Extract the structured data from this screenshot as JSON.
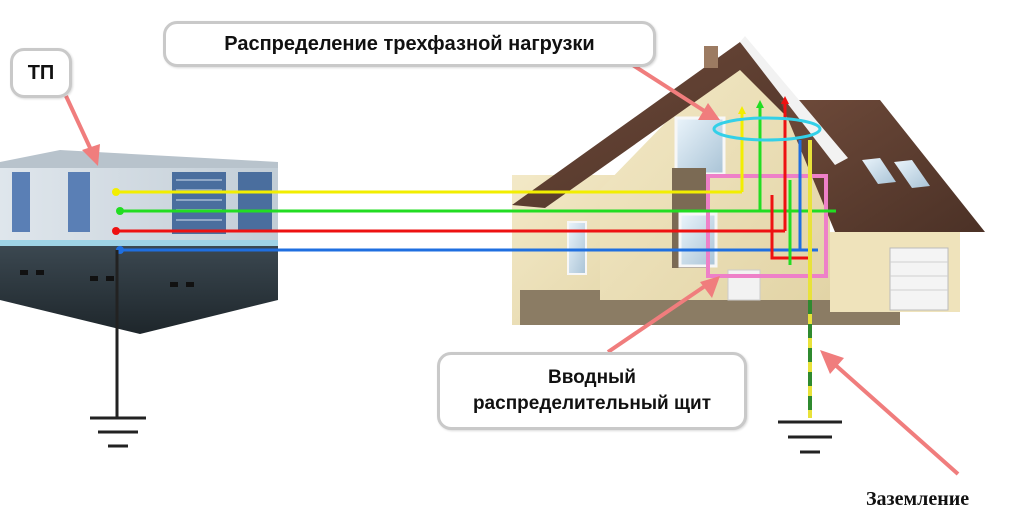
{
  "labels": {
    "tp": "ТП",
    "load_distribution": "Распределение трехфазной нагрузки",
    "panel_line1": "Вводный",
    "panel_line2": "распределительный щит",
    "grounding": "Заземление"
  },
  "colors": {
    "phase_a": "#f2ee00",
    "phase_b": "#22dd22",
    "phase_c": "#ee1111",
    "neutral": "#1f6fe0",
    "pe": "#e8e23a",
    "pe_stripe": "#2f8a2f",
    "panel_frame": "#ee80c8",
    "cable_ring": "#33d0e8",
    "pointer_arrow": "#f07d7d"
  }
}
